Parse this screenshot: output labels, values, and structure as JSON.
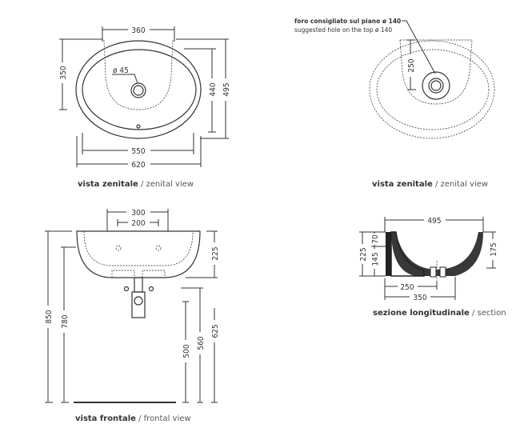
{
  "zenital_left": {
    "dims": {
      "width_top": "360",
      "depth_bowl": "350",
      "drain": "ø 45",
      "inner_depth": "440",
      "outer_depth": "495",
      "inner_width": "550",
      "outer_width": "620"
    },
    "caption_it": "vista zenitale",
    "caption_sep": " / ",
    "caption_en": "zenital view"
  },
  "zenital_right": {
    "note_it": "foro consigliato sul piano ø 140",
    "note_en": "suggested hole on the top ø 140",
    "dims": {
      "hole_offset": "250"
    },
    "caption_it": "vista zenitale",
    "caption_sep": " / ",
    "caption_en": "zenital view"
  },
  "frontal": {
    "dims": {
      "fix_outer": "300",
      "fix_inner": "200",
      "total_height": "850",
      "fix_height": "780",
      "basin_height": "225",
      "h625": "625",
      "h560": "560",
      "h500": "500"
    },
    "caption_it": "vista frontale",
    "caption_sep": " / ",
    "caption_en": "frontal view"
  },
  "section": {
    "dims": {
      "depth": "495",
      "height": "225",
      "top": "70",
      "lower": "145",
      "inner_height": "175",
      "drain_offset": "250",
      "base": "350"
    },
    "caption_it": "sezione longitudinale",
    "caption_sep": " / ",
    "caption_en": "section"
  }
}
